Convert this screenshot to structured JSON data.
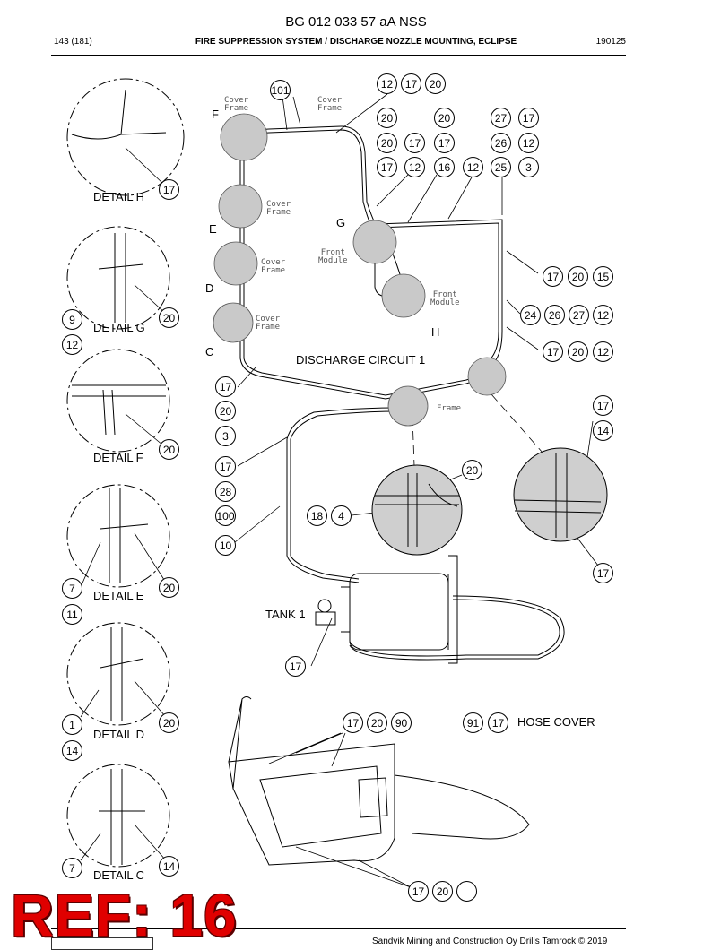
{
  "header": {
    "code": "BG 012 033 57 aA NSS",
    "page": "143 (181)",
    "title": "FIRE SUPPRESSION SYSTEM / DISCHARGE NOZZLE MOUNTING, ECLIPSE",
    "date": "190125"
  },
  "details": {
    "h": "DETAIL H",
    "g": "DETAIL G",
    "f": "DETAIL F",
    "e": "DETAIL E",
    "d": "DETAIL D",
    "c": "DETAIL C"
  },
  "labels": {
    "discharge_circuit": "DISCHARGE CIRCUIT 1",
    "tank": "TANK 1",
    "hose_cover": "HOSE COVER",
    "letter_f": "F",
    "letter_e": "E",
    "letter_d": "D",
    "letter_c": "C",
    "letter_g": "G",
    "letter_h": "H",
    "cover_frame": "Cover\nFrame",
    "front_module": "Front\nModule",
    "frame": "Frame"
  },
  "footer": {
    "copyright": "Sandvik Mining and Construction Oy Drills Tamrock © 2019"
  },
  "watermark": "REF: 16",
  "bubbles": [
    "101",
    "12",
    "17",
    "20",
    "20",
    "20",
    "27",
    "17",
    "20",
    "17",
    "17",
    "26",
    "12",
    "17",
    "12",
    "16",
    "12",
    "25",
    "3",
    "17",
    "9",
    "20",
    "12",
    "17",
    "20",
    "15",
    "24",
    "26",
    "27",
    "12",
    "17",
    "20",
    "12",
    "17",
    "20",
    "3",
    "20",
    "17",
    "14",
    "17",
    "28",
    "100",
    "10",
    "20",
    "18",
    "4",
    "17",
    "7",
    "20",
    "11",
    "17",
    "1",
    "20",
    "14",
    "17",
    "20",
    "90",
    "91",
    "17",
    "7",
    "14",
    "17",
    "20"
  ]
}
